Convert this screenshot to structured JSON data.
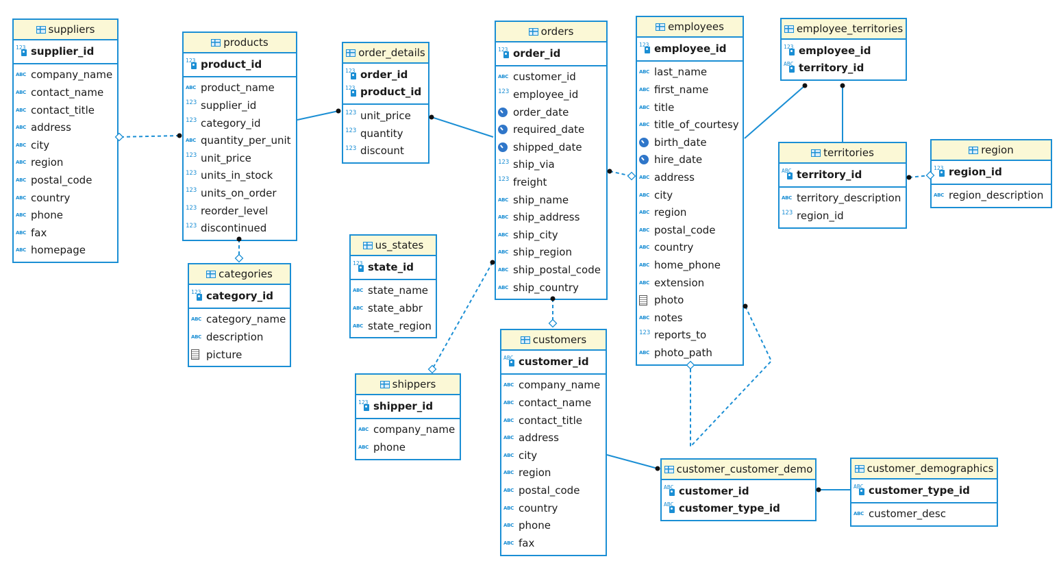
{
  "entities": [
    {
      "name": "suppliers",
      "pk": [
        {
          "name": "supplier_id",
          "type": "num"
        }
      ],
      "columns": [
        {
          "name": "company_name",
          "type": "text"
        },
        {
          "name": "contact_name",
          "type": "text"
        },
        {
          "name": "contact_title",
          "type": "text"
        },
        {
          "name": "address",
          "type": "text"
        },
        {
          "name": "city",
          "type": "text"
        },
        {
          "name": "region",
          "type": "text"
        },
        {
          "name": "postal_code",
          "type": "text"
        },
        {
          "name": "country",
          "type": "text"
        },
        {
          "name": "phone",
          "type": "text"
        },
        {
          "name": "fax",
          "type": "text"
        },
        {
          "name": "homepage",
          "type": "text"
        }
      ]
    },
    {
      "name": "products",
      "pk": [
        {
          "name": "product_id",
          "type": "num"
        }
      ],
      "columns": [
        {
          "name": "product_name",
          "type": "text"
        },
        {
          "name": "supplier_id",
          "type": "num"
        },
        {
          "name": "category_id",
          "type": "num"
        },
        {
          "name": "quantity_per_unit",
          "type": "text"
        },
        {
          "name": "unit_price",
          "type": "num"
        },
        {
          "name": "units_in_stock",
          "type": "num"
        },
        {
          "name": "units_on_order",
          "type": "num"
        },
        {
          "name": "reorder_level",
          "type": "num"
        },
        {
          "name": "discontinued",
          "type": "num"
        }
      ]
    },
    {
      "name": "categories",
      "pk": [
        {
          "name": "category_id",
          "type": "num"
        }
      ],
      "columns": [
        {
          "name": "category_name",
          "type": "text"
        },
        {
          "name": "description",
          "type": "text"
        },
        {
          "name": "picture",
          "type": "blob"
        }
      ]
    },
    {
      "name": "order_details",
      "pk": [
        {
          "name": "order_id",
          "type": "num"
        },
        {
          "name": "product_id",
          "type": "num"
        }
      ],
      "columns": [
        {
          "name": "unit_price",
          "type": "num"
        },
        {
          "name": "quantity",
          "type": "num"
        },
        {
          "name": "discount",
          "type": "num"
        }
      ]
    },
    {
      "name": "us_states",
      "pk": [
        {
          "name": "state_id",
          "type": "num"
        }
      ],
      "columns": [
        {
          "name": "state_name",
          "type": "text"
        },
        {
          "name": "state_abbr",
          "type": "text"
        },
        {
          "name": "state_region",
          "type": "text"
        }
      ]
    },
    {
      "name": "shippers",
      "pk": [
        {
          "name": "shipper_id",
          "type": "num"
        }
      ],
      "columns": [
        {
          "name": "company_name",
          "type": "text"
        },
        {
          "name": "phone",
          "type": "text"
        }
      ]
    },
    {
      "name": "orders",
      "pk": [
        {
          "name": "order_id",
          "type": "num"
        }
      ],
      "columns": [
        {
          "name": "customer_id",
          "type": "text"
        },
        {
          "name": "employee_id",
          "type": "num"
        },
        {
          "name": "order_date",
          "type": "date"
        },
        {
          "name": "required_date",
          "type": "date"
        },
        {
          "name": "shipped_date",
          "type": "date"
        },
        {
          "name": "ship_via",
          "type": "num"
        },
        {
          "name": "freight",
          "type": "num"
        },
        {
          "name": "ship_name",
          "type": "text"
        },
        {
          "name": "ship_address",
          "type": "text"
        },
        {
          "name": "ship_city",
          "type": "text"
        },
        {
          "name": "ship_region",
          "type": "text"
        },
        {
          "name": "ship_postal_code",
          "type": "text"
        },
        {
          "name": "ship_country",
          "type": "text"
        }
      ]
    },
    {
      "name": "customers",
      "pk": [
        {
          "name": "customer_id",
          "type": "text"
        }
      ],
      "columns": [
        {
          "name": "company_name",
          "type": "text"
        },
        {
          "name": "contact_name",
          "type": "text"
        },
        {
          "name": "contact_title",
          "type": "text"
        },
        {
          "name": "address",
          "type": "text"
        },
        {
          "name": "city",
          "type": "text"
        },
        {
          "name": "region",
          "type": "text"
        },
        {
          "name": "postal_code",
          "type": "text"
        },
        {
          "name": "country",
          "type": "text"
        },
        {
          "name": "phone",
          "type": "text"
        },
        {
          "name": "fax",
          "type": "text"
        }
      ]
    },
    {
      "name": "employees",
      "pk": [
        {
          "name": "employee_id",
          "type": "num"
        }
      ],
      "columns": [
        {
          "name": "last_name",
          "type": "text"
        },
        {
          "name": "first_name",
          "type": "text"
        },
        {
          "name": "title",
          "type": "text"
        },
        {
          "name": "title_of_courtesy",
          "type": "text"
        },
        {
          "name": "birth_date",
          "type": "date"
        },
        {
          "name": "hire_date",
          "type": "date"
        },
        {
          "name": "address",
          "type": "text"
        },
        {
          "name": "city",
          "type": "text"
        },
        {
          "name": "region",
          "type": "text"
        },
        {
          "name": "postal_code",
          "type": "text"
        },
        {
          "name": "country",
          "type": "text"
        },
        {
          "name": "home_phone",
          "type": "text"
        },
        {
          "name": "extension",
          "type": "text"
        },
        {
          "name": "photo",
          "type": "blob"
        },
        {
          "name": "notes",
          "type": "text"
        },
        {
          "name": "reports_to",
          "type": "num"
        },
        {
          "name": "photo_path",
          "type": "text"
        }
      ]
    },
    {
      "name": "employee_territories",
      "pk": [
        {
          "name": "employee_id",
          "type": "num"
        },
        {
          "name": "territory_id",
          "type": "text"
        }
      ],
      "columns": []
    },
    {
      "name": "territories",
      "pk": [
        {
          "name": "territory_id",
          "type": "text"
        }
      ],
      "columns": [
        {
          "name": "territory_description",
          "type": "text"
        },
        {
          "name": "region_id",
          "type": "num"
        }
      ]
    },
    {
      "name": "region",
      "pk": [
        {
          "name": "region_id",
          "type": "num"
        }
      ],
      "columns": [
        {
          "name": "region_description",
          "type": "text"
        }
      ]
    },
    {
      "name": "customer_customer_demo",
      "pk": [
        {
          "name": "customer_id",
          "type": "text"
        },
        {
          "name": "customer_type_id",
          "type": "text"
        }
      ],
      "columns": []
    },
    {
      "name": "customer_demographics",
      "pk": [
        {
          "name": "customer_type_id",
          "type": "text"
        }
      ],
      "columns": [
        {
          "name": "customer_desc",
          "type": "text"
        }
      ]
    }
  ],
  "relationships": [
    {
      "from": "products",
      "to": "suppliers",
      "style": "dashed"
    },
    {
      "from": "products",
      "to": "categories",
      "style": "dashed"
    },
    {
      "from": "order_details",
      "to": "products",
      "style": "solid"
    },
    {
      "from": "order_details",
      "to": "orders",
      "style": "solid"
    },
    {
      "from": "orders",
      "to": "shippers",
      "style": "dashed"
    },
    {
      "from": "orders",
      "to": "customers",
      "style": "dashed"
    },
    {
      "from": "orders",
      "to": "employees",
      "style": "dashed"
    },
    {
      "from": "employees",
      "to": "employees",
      "style": "dashed"
    },
    {
      "from": "employee_territories",
      "to": "employees",
      "style": "solid"
    },
    {
      "from": "employee_territories",
      "to": "territories",
      "style": "solid"
    },
    {
      "from": "territories",
      "to": "region",
      "style": "dashed"
    },
    {
      "from": "customer_customer_demo",
      "to": "customers",
      "style": "solid"
    },
    {
      "from": "customer_customer_demo",
      "to": "customer_demographics",
      "style": "solid"
    }
  ],
  "colors": {
    "border": "#1a8ed4",
    "header": "#fbf8d6",
    "line": "#1a8ed4"
  }
}
